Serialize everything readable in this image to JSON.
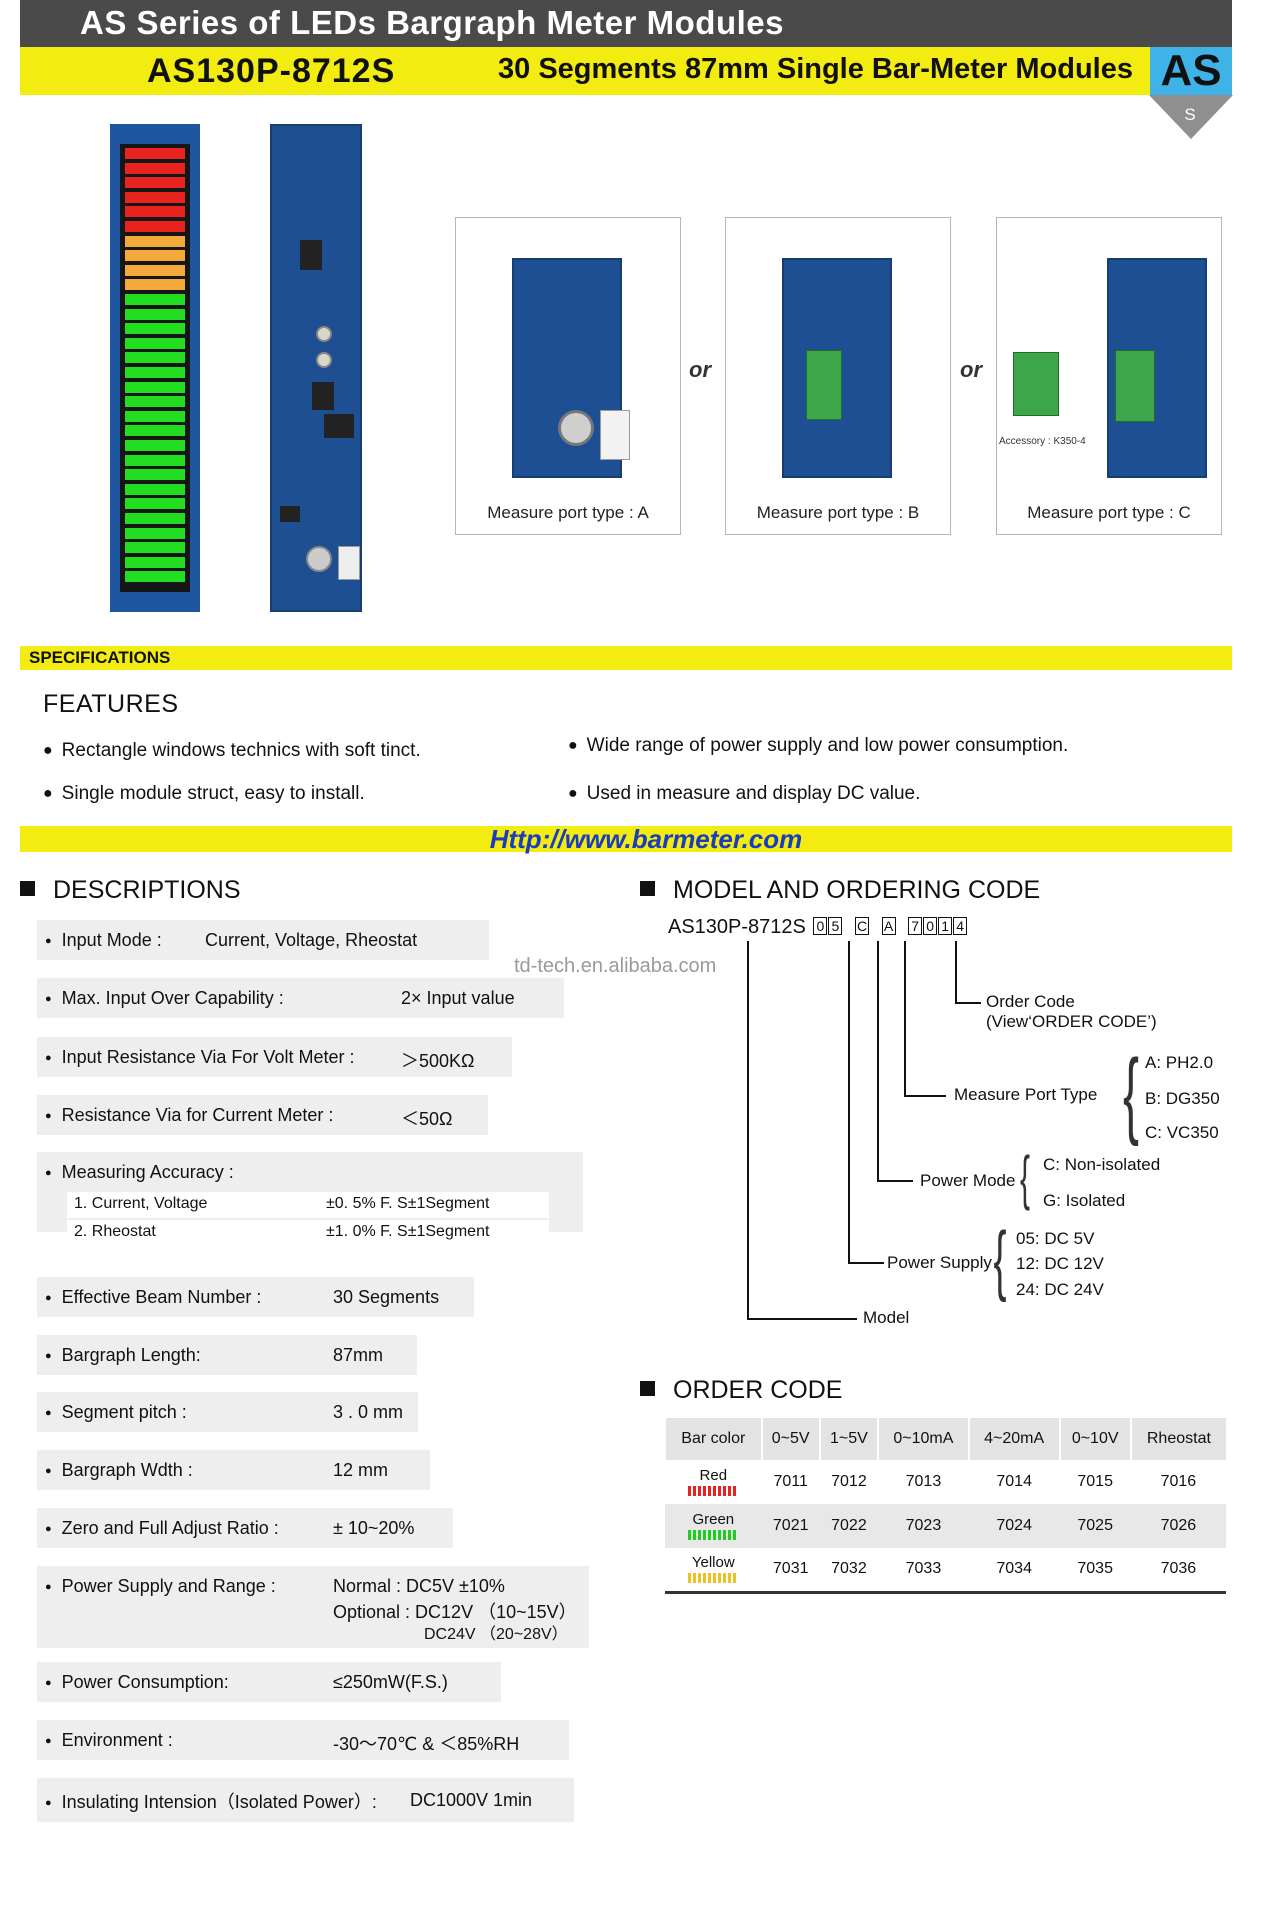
{
  "header": {
    "series_title": "AS Series of LEDs Bargraph Meter Modules",
    "model": "AS130P-8712S",
    "subtitle": "30 Segments  87mm Single Bar-Meter Modules",
    "badge": "AS",
    "badge_sub": "S",
    "accent_yellow": "#f2ec10",
    "badge_blue": "#3fb3e8"
  },
  "products": {
    "or_text": "or",
    "port_a_label": "Measure port type : A",
    "port_b_label": "Measure port type : B",
    "port_c_label": "Measure port type : C",
    "accessory": "Accessory : K350-4",
    "segment_colors": [
      "#e8231e",
      "#f4a93a",
      "#22dd22"
    ]
  },
  "specifications": {
    "label": "SPECIFICATIONS",
    "features_title": "FEATURES",
    "features": [
      "Rectangle windows technics with soft tinct.",
      "Single module struct, easy to install.",
      "Wide range  of power supply and low power consumption.",
      "Used  in measure and display  DC value."
    ],
    "url": "Http://www.barmeter.com"
  },
  "descriptions": {
    "title": "DESCRIPTIONS",
    "rows": [
      {
        "label": "Input  Mode :",
        "value": "Current,  Voltage,  Rheostat"
      },
      {
        "label": "Max. Input Over Capability :",
        "value": "2× Input  value"
      },
      {
        "label": "Input Resistance Via For  Volt Meter :",
        "value": "＞500KΩ"
      },
      {
        "label": "Resistance Via  for Current Meter :",
        "value": "＜50Ω"
      },
      {
        "label": "Measuring Accuracy :",
        "value": ""
      },
      {
        "label": "Effective Beam Number :",
        "value": "30 Segments"
      },
      {
        "label": "Bargraph Length:",
        "value": "87mm"
      },
      {
        "label": "Segment pitch :",
        "value": "3 . 0 mm"
      },
      {
        "label": "Bargraph Wdth :",
        "value": "12  mm"
      },
      {
        "label": "Zero and Full Adjust Ratio :",
        "value": "± 10~20%"
      },
      {
        "label": "Power Supply and Range :",
        "value": "Normal : DC5V  ±10%"
      },
      {
        "label": "Power Consumption:",
        "value": "≤250mW(F.S.)"
      },
      {
        "label": "Environment :",
        "value": "-30～70℃  &  ＜85%RH"
      },
      {
        "label": "Insulating Intension（Isolated Power）:",
        "value": "DC1000V  1min"
      }
    ],
    "accuracy": [
      {
        "label": "1. Current, Voltage",
        "value": "±0. 5% F. S±1Segment"
      },
      {
        "label": "2. Rheostat",
        "value": "±1. 0% F. S±1Segment"
      }
    ],
    "power_optional_1": "Optional : DC12V （10~15V）",
    "power_optional_2": "DC24V （20~28V）"
  },
  "ordering": {
    "title": "MODEL  AND  ORDERING  CODE",
    "model_code": "AS130P-8712S",
    "code_chars": [
      "0",
      "5",
      "C",
      "A",
      "7",
      "0",
      "1",
      "4"
    ],
    "watermark": "td-tech.en.alibaba.com",
    "order_code_label": "Order Code",
    "order_code_sub": "(View‘ORDER CODE’)",
    "port_type_label": "Measure  Port  Type",
    "port_type_opts": [
      "A:  PH2.0",
      "B:  DG350",
      "C:  VC350"
    ],
    "power_mode_label": "Power Mode",
    "power_mode_opts": [
      "C:  Non-isolated",
      "G:  Isolated"
    ],
    "power_supply_label": "Power Supply",
    "power_supply_opts": [
      "05:  DC 5V",
      "12:  DC 12V",
      "24:  DC 24V"
    ],
    "model_label": "Model"
  },
  "order_code": {
    "title": "ORDER CODE",
    "headers": [
      "Bar color",
      "0~5V",
      "1~5V",
      "0~10mA",
      "4~20mA",
      "0~10V",
      "Rheostat"
    ],
    "rows": [
      {
        "color": "Red",
        "hex": "#e8231e",
        "codes": [
          "7011",
          "7012",
          "7013",
          "7014",
          "7015",
          "7016"
        ]
      },
      {
        "color": "Green",
        "hex": "#22cc22",
        "codes": [
          "7021",
          "7022",
          "7023",
          "7024",
          "7025",
          "7026"
        ]
      },
      {
        "color": "Yellow",
        "hex": "#f0c020",
        "codes": [
          "7031",
          "7032",
          "7033",
          "7034",
          "7035",
          "7036"
        ]
      }
    ]
  }
}
